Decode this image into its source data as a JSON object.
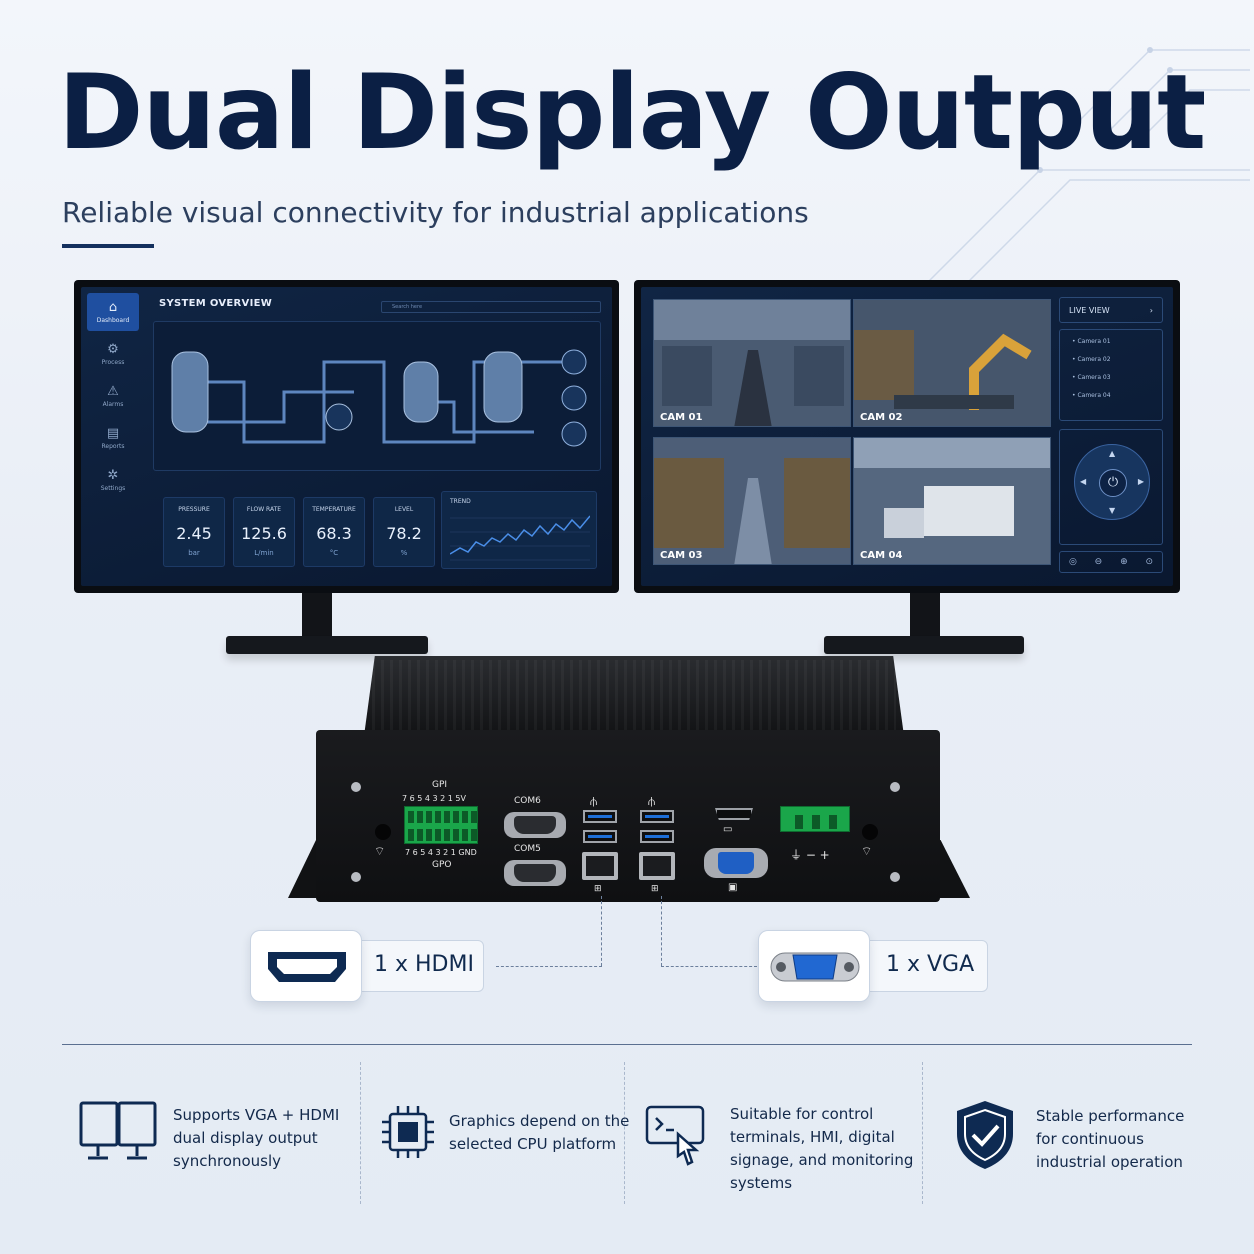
{
  "header": {
    "title": "Dual Display Output",
    "subtitle": "Reliable visual connectivity for industrial applications"
  },
  "left_screen": {
    "title": "SYSTEM OVERVIEW",
    "search_placeholder": "Search here",
    "nav": [
      {
        "label": "Dashboard",
        "icon": "home-icon",
        "active": true
      },
      {
        "label": "Process",
        "icon": "process-icon",
        "active": false
      },
      {
        "label": "Alarms",
        "icon": "alarm-icon",
        "active": false
      },
      {
        "label": "Reports",
        "icon": "report-icon",
        "active": false
      },
      {
        "label": "Settings",
        "icon": "gear-icon",
        "active": false
      }
    ],
    "kpis": [
      {
        "label": "PRESSURE",
        "value": "2.45",
        "unit": "bar"
      },
      {
        "label": "FLOW RATE",
        "value": "125.6",
        "unit": "L/min"
      },
      {
        "label": "TEMPERATURE",
        "value": "68.3",
        "unit": "°C"
      },
      {
        "label": "LEVEL",
        "value": "78.2",
        "unit": "%"
      }
    ],
    "trend_label": "TREND"
  },
  "right_screen": {
    "cameras": [
      "CAM 01",
      "CAM 02",
      "CAM 03",
      "CAM 04"
    ],
    "live_view": "LIVE VIEW",
    "camera_list": [
      "Camera 01",
      "Camera 02",
      "Camera 03",
      "Camera 04"
    ]
  },
  "device": {
    "gpi": "GPI",
    "gpi_pins": "7 6 5 4 3 2 1 5V",
    "gpo_pins": "7 6 5 4 3 2 1 GND",
    "gpo": "GPO",
    "com6": "COM6",
    "com5": "COM5",
    "power_symbols": "⏚ − +"
  },
  "callouts": {
    "hdmi": "1 x HDMI",
    "vga": "1 x VGA"
  },
  "features": [
    {
      "icon": "dual-monitor-icon",
      "lines": [
        "Supports VGA + HDMI",
        "dual display output",
        "synchronously"
      ]
    },
    {
      "icon": "cpu-chip-icon",
      "lines": [
        "Graphics depend on the",
        "selected CPU platform"
      ]
    },
    {
      "icon": "touch-terminal-icon",
      "lines": [
        "Suitable for control",
        "terminals, HMI, digital",
        "signage, and monitoring",
        "systems"
      ]
    },
    {
      "icon": "shield-check-icon",
      "lines": [
        "Stable performance",
        "for continuous",
        "industrial operation"
      ]
    }
  ],
  "colors": {
    "title": "#0b1f44",
    "accent": "#1f4fa0",
    "vga_blue": "#1f5fc4",
    "terminal_green": "#1aa64a"
  }
}
